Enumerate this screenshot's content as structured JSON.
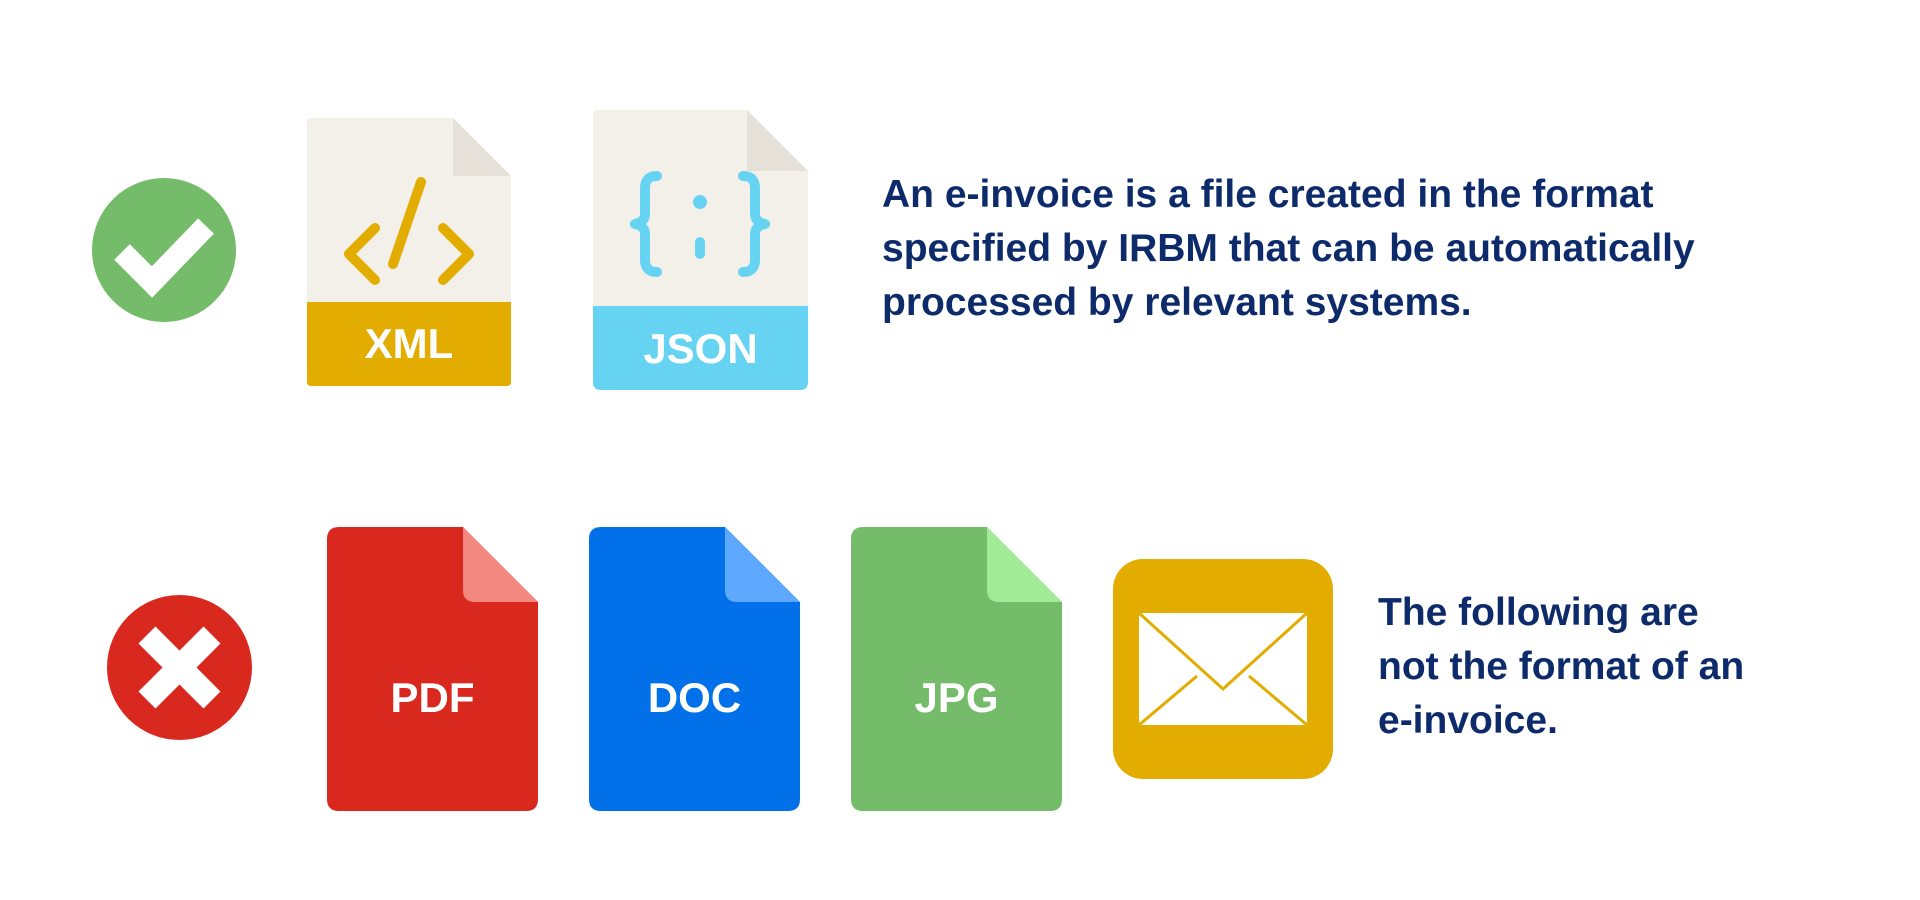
{
  "valid_section": {
    "status_icon": "check-icon",
    "status_color": "#74bb6a",
    "files": [
      {
        "label": "XML",
        "icon": "code-icon",
        "accent": "#e3ac00",
        "body": "#f3f0ea",
        "fold": "#e6e1d8"
      },
      {
        "label": "JSON",
        "icon": "braces-icon",
        "accent": "#66d3f3",
        "body": "#f3f0ea",
        "fold": "#e6e1d8"
      }
    ],
    "description_lines": [
      "An e-invoice is a file created in the format",
      "specified by IRBM that can be automatically",
      "processed by relevant systems."
    ]
  },
  "invalid_section": {
    "status_icon": "cross-icon",
    "status_color": "#d9291f",
    "files": [
      {
        "label": "PDF",
        "color": "#d9291f",
        "fold": "#f28880"
      },
      {
        "label": "DOC",
        "color": "#0270e8",
        "fold": "#5ea8ff"
      },
      {
        "label": "JPG",
        "color": "#74bb6a",
        "fold": "#a1eb97"
      }
    ],
    "email_icon": "envelope-icon",
    "email_color": "#e3ac00",
    "description_lines": [
      "The following are",
      "not the format of an",
      "e-invoice."
    ]
  },
  "text_color": "#0d2b6b"
}
